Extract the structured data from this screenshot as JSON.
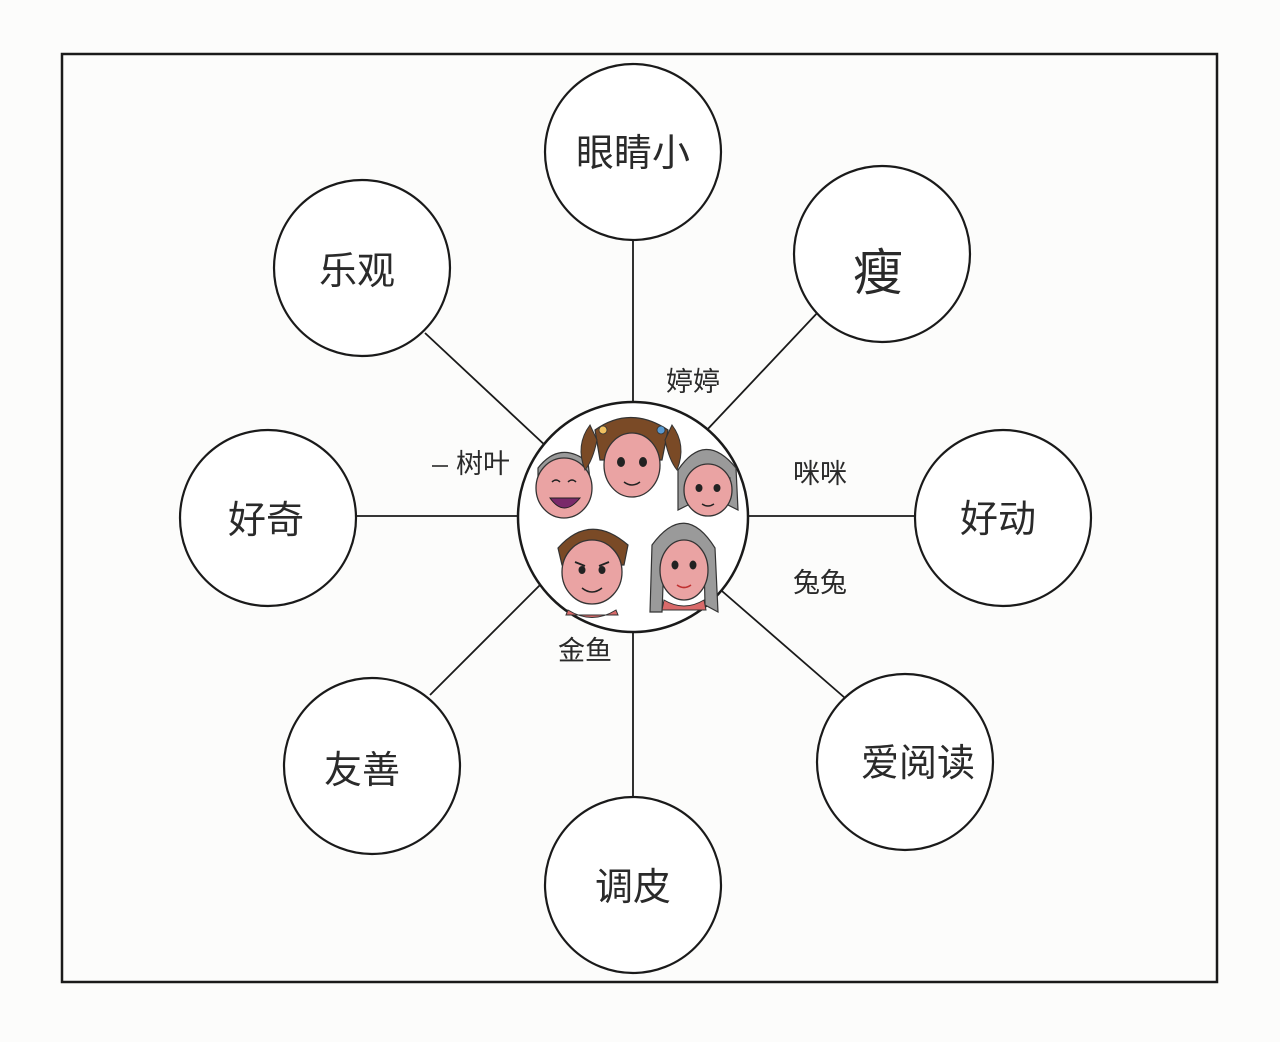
{
  "diagram": {
    "center_names": {
      "tingting": "婷婷",
      "shuye": "树叶",
      "mimi": "咪咪",
      "tutu": "兔兔",
      "jinyu": "金鱼"
    },
    "traits": {
      "top": "眼睛小",
      "top_right": "瘦",
      "right": "好动",
      "bottom_right": "爱阅读",
      "bottom": "调皮",
      "bottom_left": "友善",
      "left": "好奇",
      "top_left": "乐观"
    },
    "colors": {
      "line": "#1a1a1a",
      "brown_hair": "#7a4a26",
      "gray_hair": "#9a9a9a",
      "skin": "#e8a0a0",
      "shirt": "#d96a6a",
      "paper": "#fcfcfb"
    }
  }
}
